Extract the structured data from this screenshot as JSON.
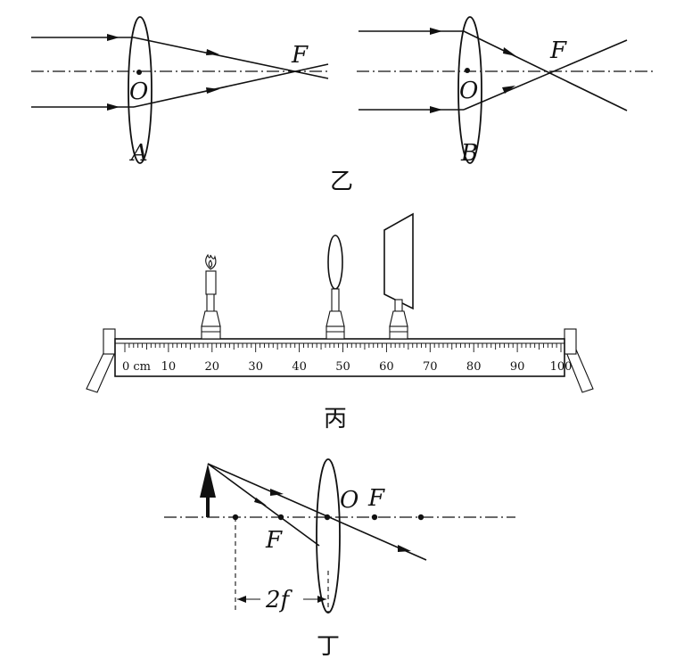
{
  "panel_yi": {
    "caption": "乙",
    "lens_a": {
      "name": "A",
      "center": "O",
      "focus": "F"
    },
    "lens_b": {
      "name": "B",
      "center": "O",
      "focus": "F"
    }
  },
  "panel_bing": {
    "caption": "丙",
    "ruler_unit": "0 cm",
    "ruler_marks": [
      "10",
      "20",
      "30",
      "40",
      "50",
      "60",
      "70",
      "80",
      "90",
      "100"
    ],
    "candle_position_cm": 20,
    "lens_position_cm": 50,
    "screen_position_cm": 65
  },
  "panel_ding": {
    "caption": "丁",
    "center_label": "O",
    "focus_right_label": "F",
    "focus_left_label": "F",
    "distance_label": "2f"
  }
}
